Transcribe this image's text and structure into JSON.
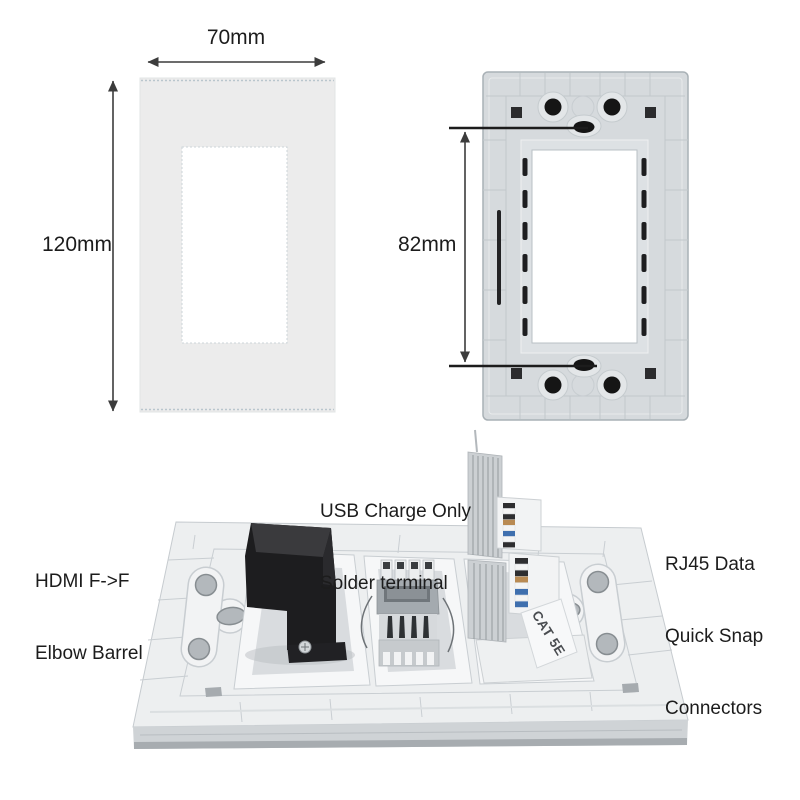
{
  "views": {
    "front": {
      "width_dimension": "70mm",
      "height_dimension": "120mm"
    },
    "back": {
      "opening_height_dimension": "82mm"
    },
    "exploded": {
      "labels": {
        "usb": [
          "USB Charge Only",
          "Solder terminal"
        ],
        "hdmi": [
          "HDMI F->F",
          "Elbow Barrel"
        ],
        "rj45": [
          "RJ45 Data",
          "Quick Snap",
          "Connectors"
        ],
        "keystone_marking": "CAT 5E"
      }
    }
  },
  "colors": {
    "front_plate": "#ececec",
    "back_plate": "#d6dadd",
    "bottom_plate": "#edeff0",
    "connector_black": "#1d1d1f",
    "keystone_white": "#f2f3f4",
    "sticker_blue": "#3f6fae",
    "sticker_brown": "#b98a52",
    "dimension_line": "#3c3c3c",
    "label_text": "#1c1c1c"
  }
}
